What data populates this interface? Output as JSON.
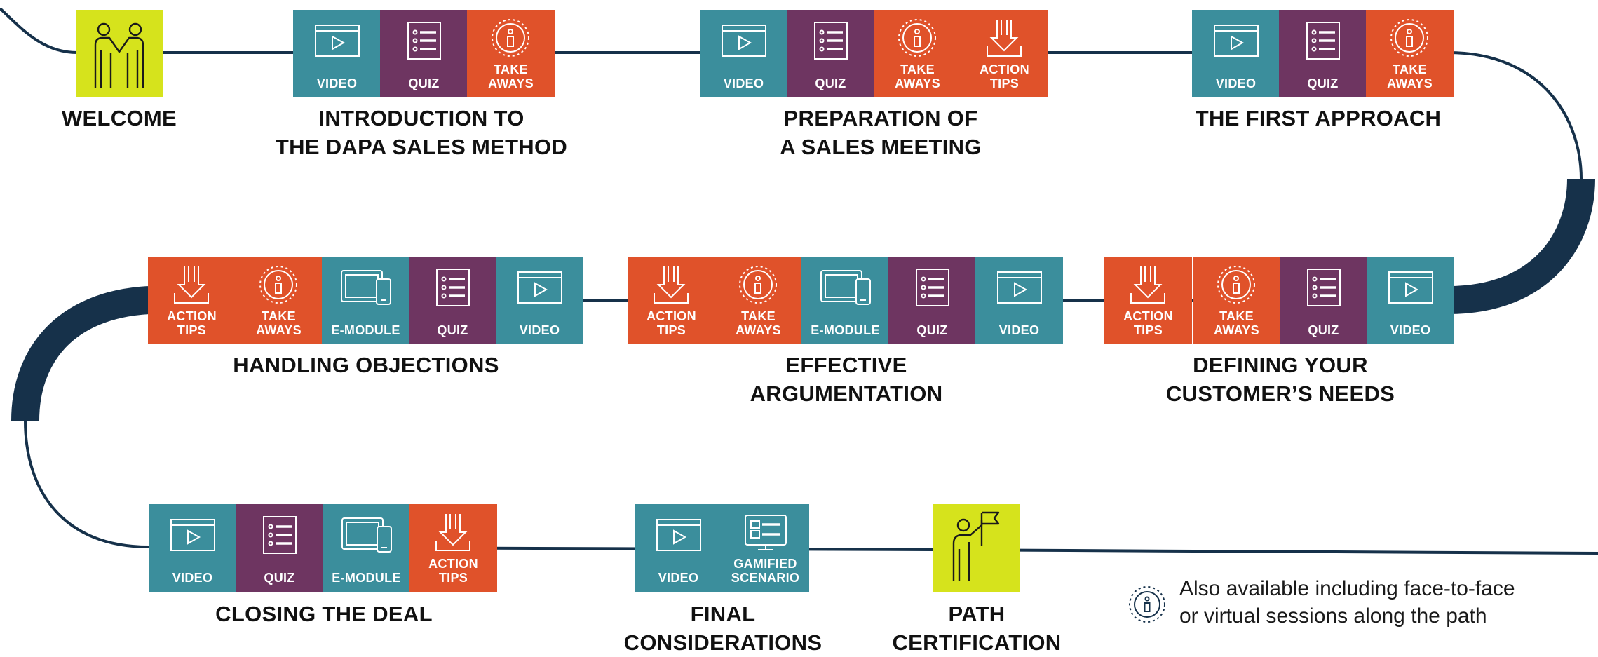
{
  "colors": {
    "teal": "#3b8e9c",
    "purple": "#6e3561",
    "orange": "#e0522a",
    "lime": "#d6e31c",
    "path": "#16314a"
  },
  "labels": {
    "video": "VIDEO",
    "quiz": "QUIZ",
    "take_aways": "TAKE\nAWAYS",
    "action_tips": "ACTION\nTIPS",
    "e_module": "E-MODULE",
    "gamified_scenario": "GAMIFIED\nSCENARIO"
  },
  "steps": {
    "welcome": {
      "title": "WELCOME",
      "icon": "handshake-people-icon"
    },
    "introduction": {
      "title": "INTRODUCTION TO\nTHE DAPA SALES METHOD"
    },
    "preparation": {
      "title": "PREPARATION OF\nA SALES MEETING"
    },
    "first_approach": {
      "title": "THE FIRST APPROACH"
    },
    "defining_needs": {
      "title": "DEFINING YOUR\nCUSTOMER’S NEEDS"
    },
    "effective_argumentation": {
      "title": "EFFECTIVE\nARGUMENTATION"
    },
    "handling_objections": {
      "title": "HANDLING OBJECTIONS"
    },
    "closing_deal": {
      "title": "CLOSING THE DEAL"
    },
    "final_considerations": {
      "title": "FINAL\nCONSIDERATIONS"
    },
    "path_certification": {
      "title": "PATH\nCERTIFICATION",
      "icon": "person-flag-icon"
    }
  },
  "note": {
    "text": "Also available including face-to-face\nor virtual sessions along the path",
    "icon": "info-icon"
  }
}
